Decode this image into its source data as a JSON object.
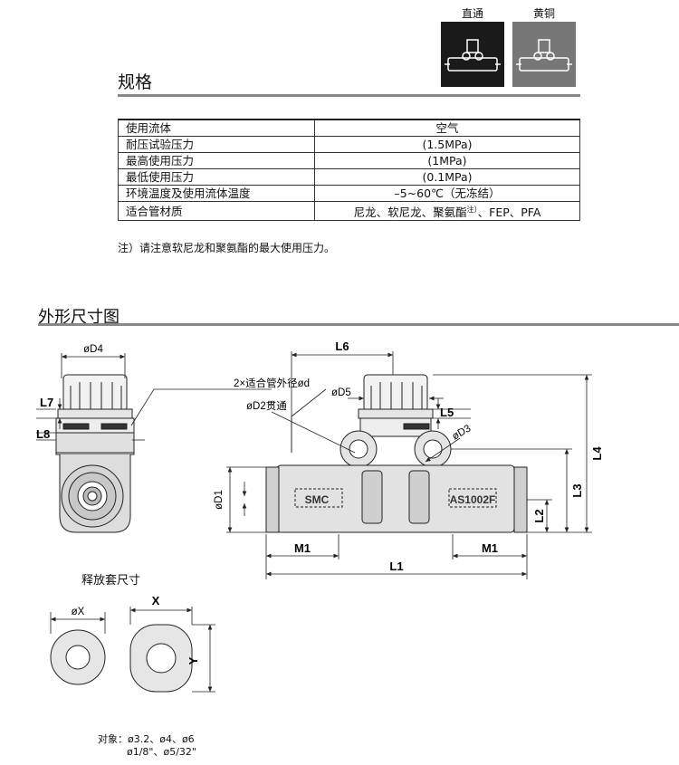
{
  "header": {
    "type_labels": [
      "直通",
      "黄铜"
    ]
  },
  "spec": {
    "title": "规格",
    "rows": [
      {
        "label": "使用流体",
        "value": "空气"
      },
      {
        "label": "耐压试验压力",
        "value": "(1.5MPa)"
      },
      {
        "label": "最高使用压力",
        "value": "(1MPa)"
      },
      {
        "label": "最低使用压力",
        "value": "(0.1MPa)"
      },
      {
        "label": "环境温度及使用流体温度",
        "value": "–5~60℃（无冻结）"
      },
      {
        "label": "适合管材质",
        "value_pre": "尼龙、软尼龙、聚氨酯",
        "value_sup": "注）",
        "value_post": "、FEP、PFA"
      }
    ],
    "note": "注）请注意软尼龙和聚氨酯的最大使用压力。"
  },
  "dims": {
    "title": "外形尺寸图",
    "labels": {
      "d4": "øD4",
      "l7": "L7",
      "l8": "L8",
      "l6": "L6",
      "d5": "øD5",
      "d2": "øD2贯通",
      "l5": "L5",
      "d3": "øD3",
      "d1": "øD1",
      "tube": "2×适合管外径ød",
      "l4": "L4",
      "l3": "L3",
      "l2": "L2",
      "m1a": "M1",
      "m1b": "M1",
      "l1": "L1",
      "body_mark": "AS1002F",
      "brand": "SMC"
    },
    "release": {
      "title": "释放套尺寸",
      "ox": "øX",
      "x": "X",
      "y": "Y"
    },
    "targets": [
      "对象：ø3.2、ø4、ø6",
      "ø1/8\"、ø5/32\""
    ]
  }
}
